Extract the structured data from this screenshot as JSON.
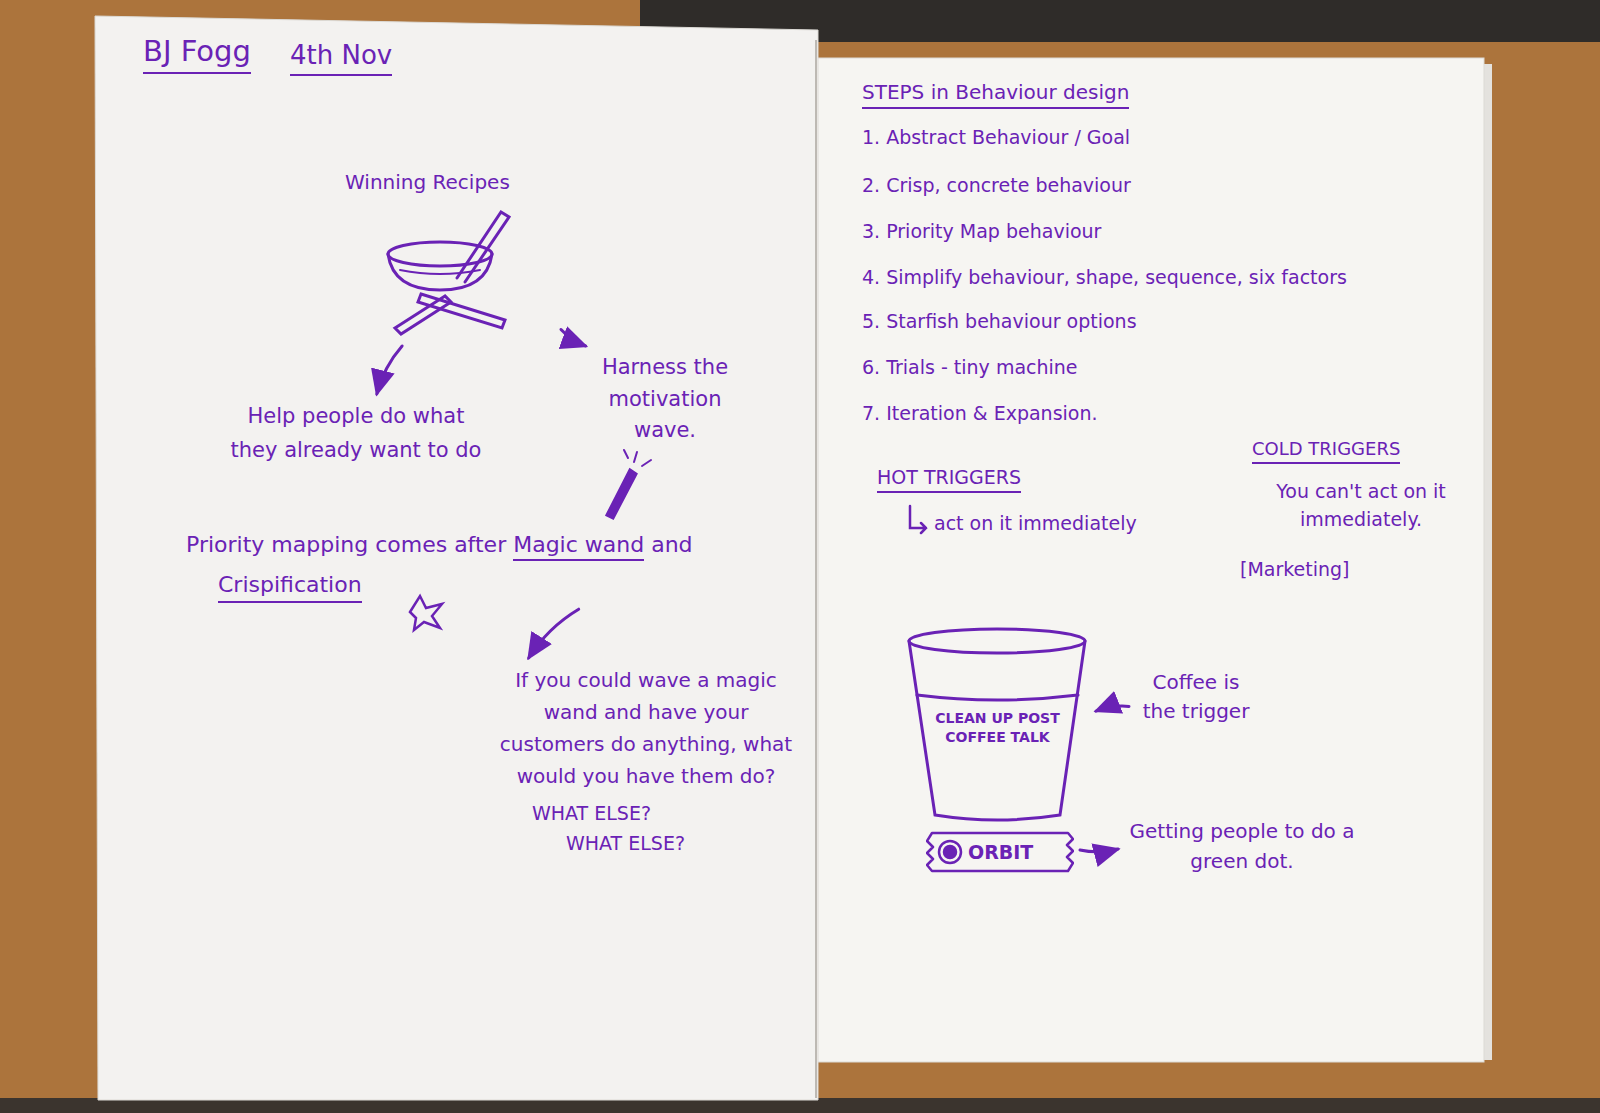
{
  "diagram": {
    "title": "BJ Fogg",
    "nodes": [
      {
        "text": [
          "Winning Recipes"
        ]
      },
      {
        "text": [
          "Help people do what they already want to do"
        ]
      },
      {
        "text": [
          "Harness the motivation wave."
        ]
      },
      {
        "text": [
          "Priority mapping comes after",
          "Magic wand",
          "and",
          "Crispification"
        ]
      },
      {
        "text": [
          "If you could wave a magic wand and have your customers do anything, what would you have them do?",
          "WHAT ELSE?",
          "WHAT ELSE?"
        ]
      },
      {
        "text": [
          "CLEAN UP POST COFFEE TALK"
        ]
      },
      {
        "text": [
          "Coffee is the trigger"
        ]
      },
      {
        "text": [
          "ORBIT"
        ]
      },
      {
        "text": [
          "Getting people to do a green dot."
        ]
      }
    ],
    "edges": [
      {
        "from": 0,
        "to": 1,
        "arrow": "to"
      },
      {
        "from": 0,
        "to": 2,
        "arrow": "to"
      },
      {
        "from": 3,
        "to": 4,
        "arrow": "to"
      },
      {
        "from": 6,
        "to": 5,
        "arrow": "to"
      },
      {
        "from": 7,
        "to": 8,
        "arrow": "to"
      }
    ],
    "labels": [
      "4th Nov",
      "STEPS in Behaviour design",
      "1. Abstract Behaviour / Goal",
      "2. Crisp, concrete behaviour",
      "3. Priority Map behaviour",
      "4. Simplify behaviour, shape, sequence, six factors",
      "5. Starfish behaviour options",
      "6. Trials - tiny machine",
      "7. Iteration & Expansion.",
      "HOT TRIGGERS",
      "act on it immediately",
      "COLD TRIGGERS",
      "You can't act on it immediately.",
      "[Marketing]"
    ]
  }
}
